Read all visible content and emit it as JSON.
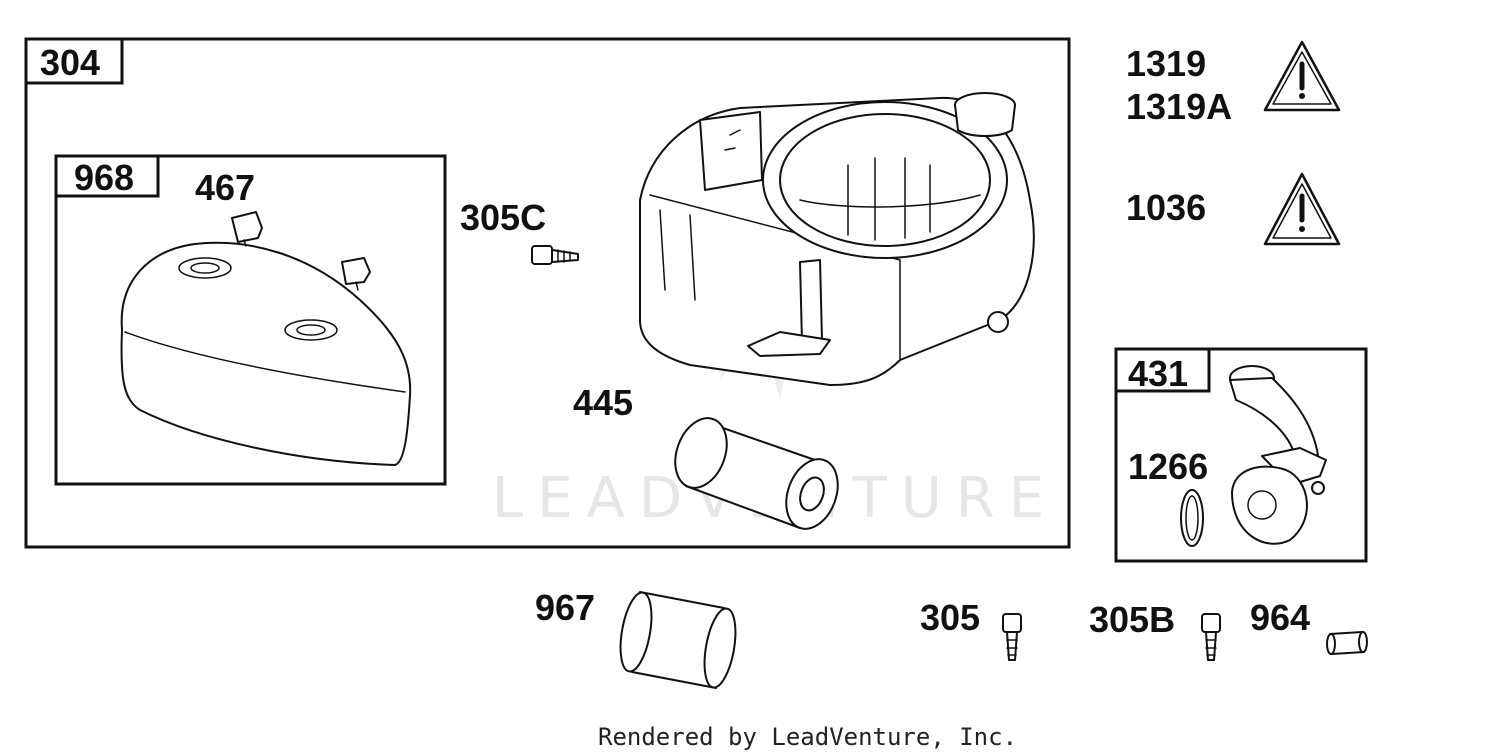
{
  "callouts": {
    "c304": "304",
    "c968": "968",
    "c467": "467",
    "c305C": "305C",
    "c445": "445",
    "c1319": "1319",
    "c1319A": "1319A",
    "c1036": "1036",
    "c431": "431",
    "c1266": "1266",
    "c967": "967",
    "c305": "305",
    "c305B": "305B",
    "c964": "964"
  },
  "watermark": "LEADVENTURE",
  "footer": "Rendered by LeadVenture, Inc.",
  "icons": [
    "warning-triangle-icon",
    "warning-triangle-icon"
  ],
  "colors": {
    "line": "#111111",
    "background": "#ffffff",
    "watermark": "#e6e6e6"
  }
}
